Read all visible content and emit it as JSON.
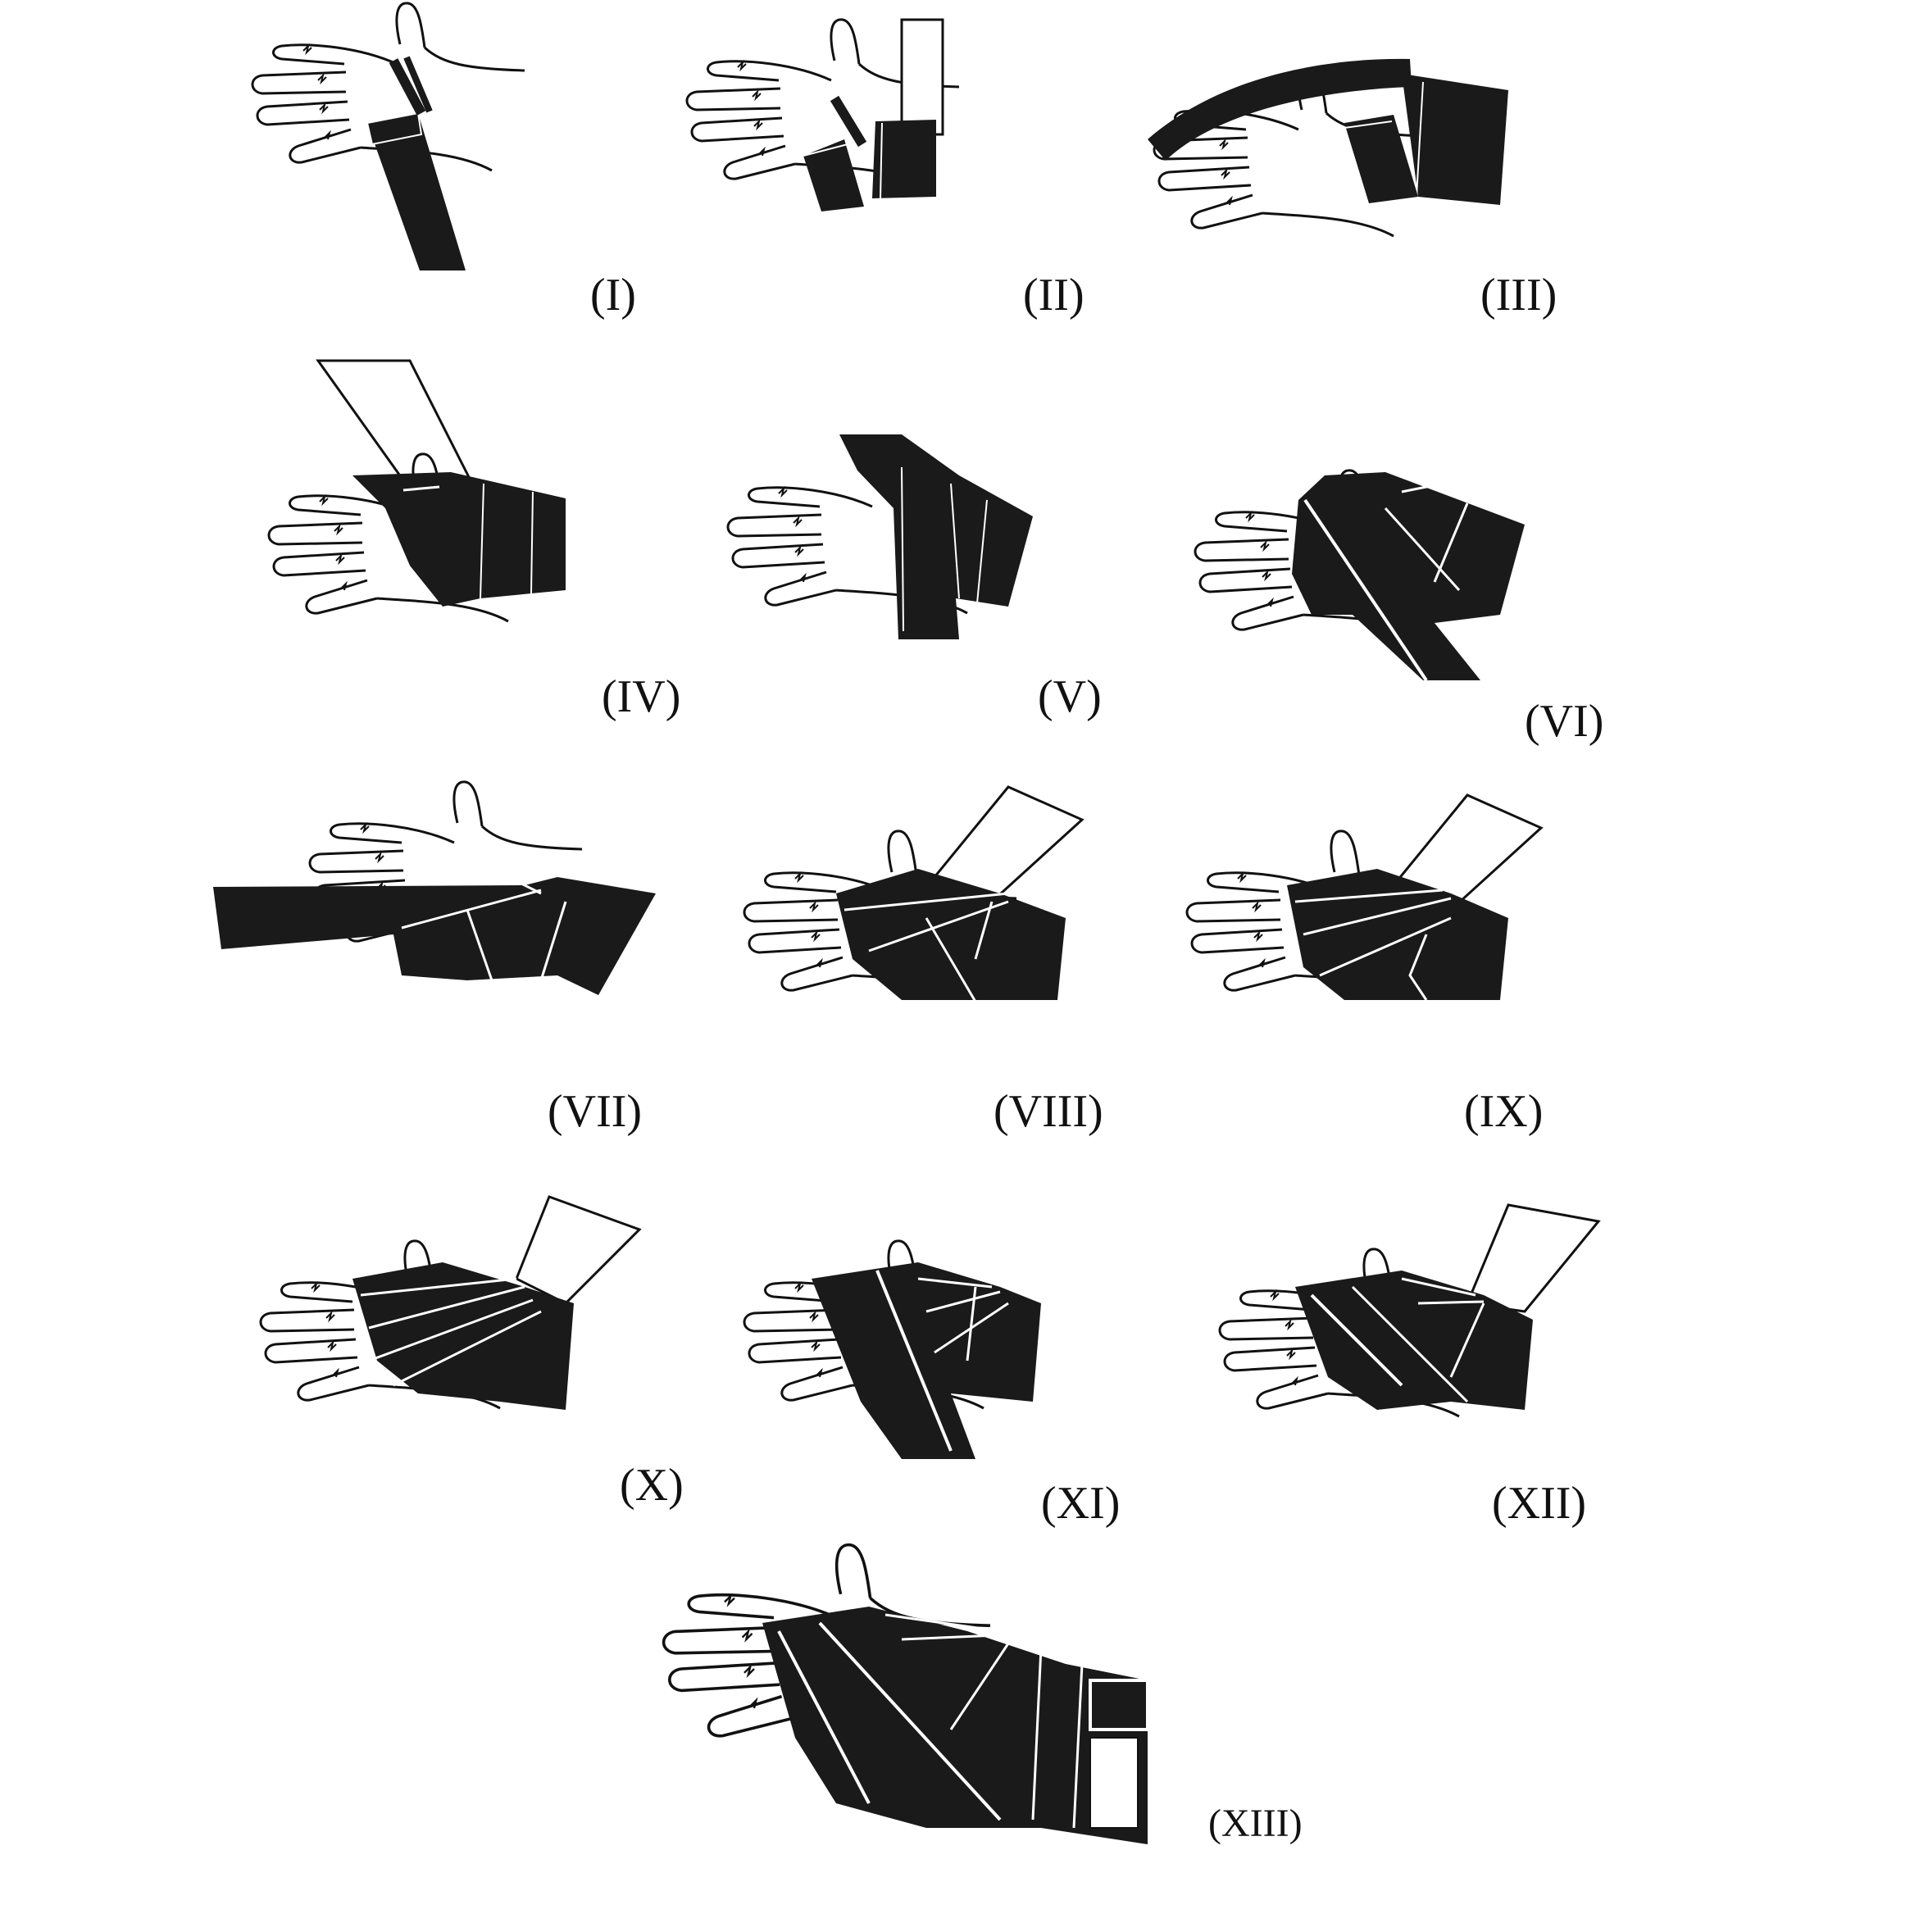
{
  "steps": [
    {
      "label": "(I)"
    },
    {
      "label": "(II)"
    },
    {
      "label": "(III)"
    },
    {
      "label": "(IV)"
    },
    {
      "label": "(V)"
    },
    {
      "label": "(VI)"
    },
    {
      "label": "(VII)"
    },
    {
      "label": "(VIII)"
    },
    {
      "label": "(IX)"
    },
    {
      "label": "(X)"
    },
    {
      "label": "(XI)"
    },
    {
      "label": "(XII)"
    },
    {
      "label": "(XIII)"
    }
  ],
  "colors": {
    "wrap": "#1a1a1a",
    "outline": "#111111",
    "skin": "#ffffff"
  },
  "icons": [
    "hand-icon",
    "hand-wrap-icon",
    "wrap-tail-icon"
  ]
}
